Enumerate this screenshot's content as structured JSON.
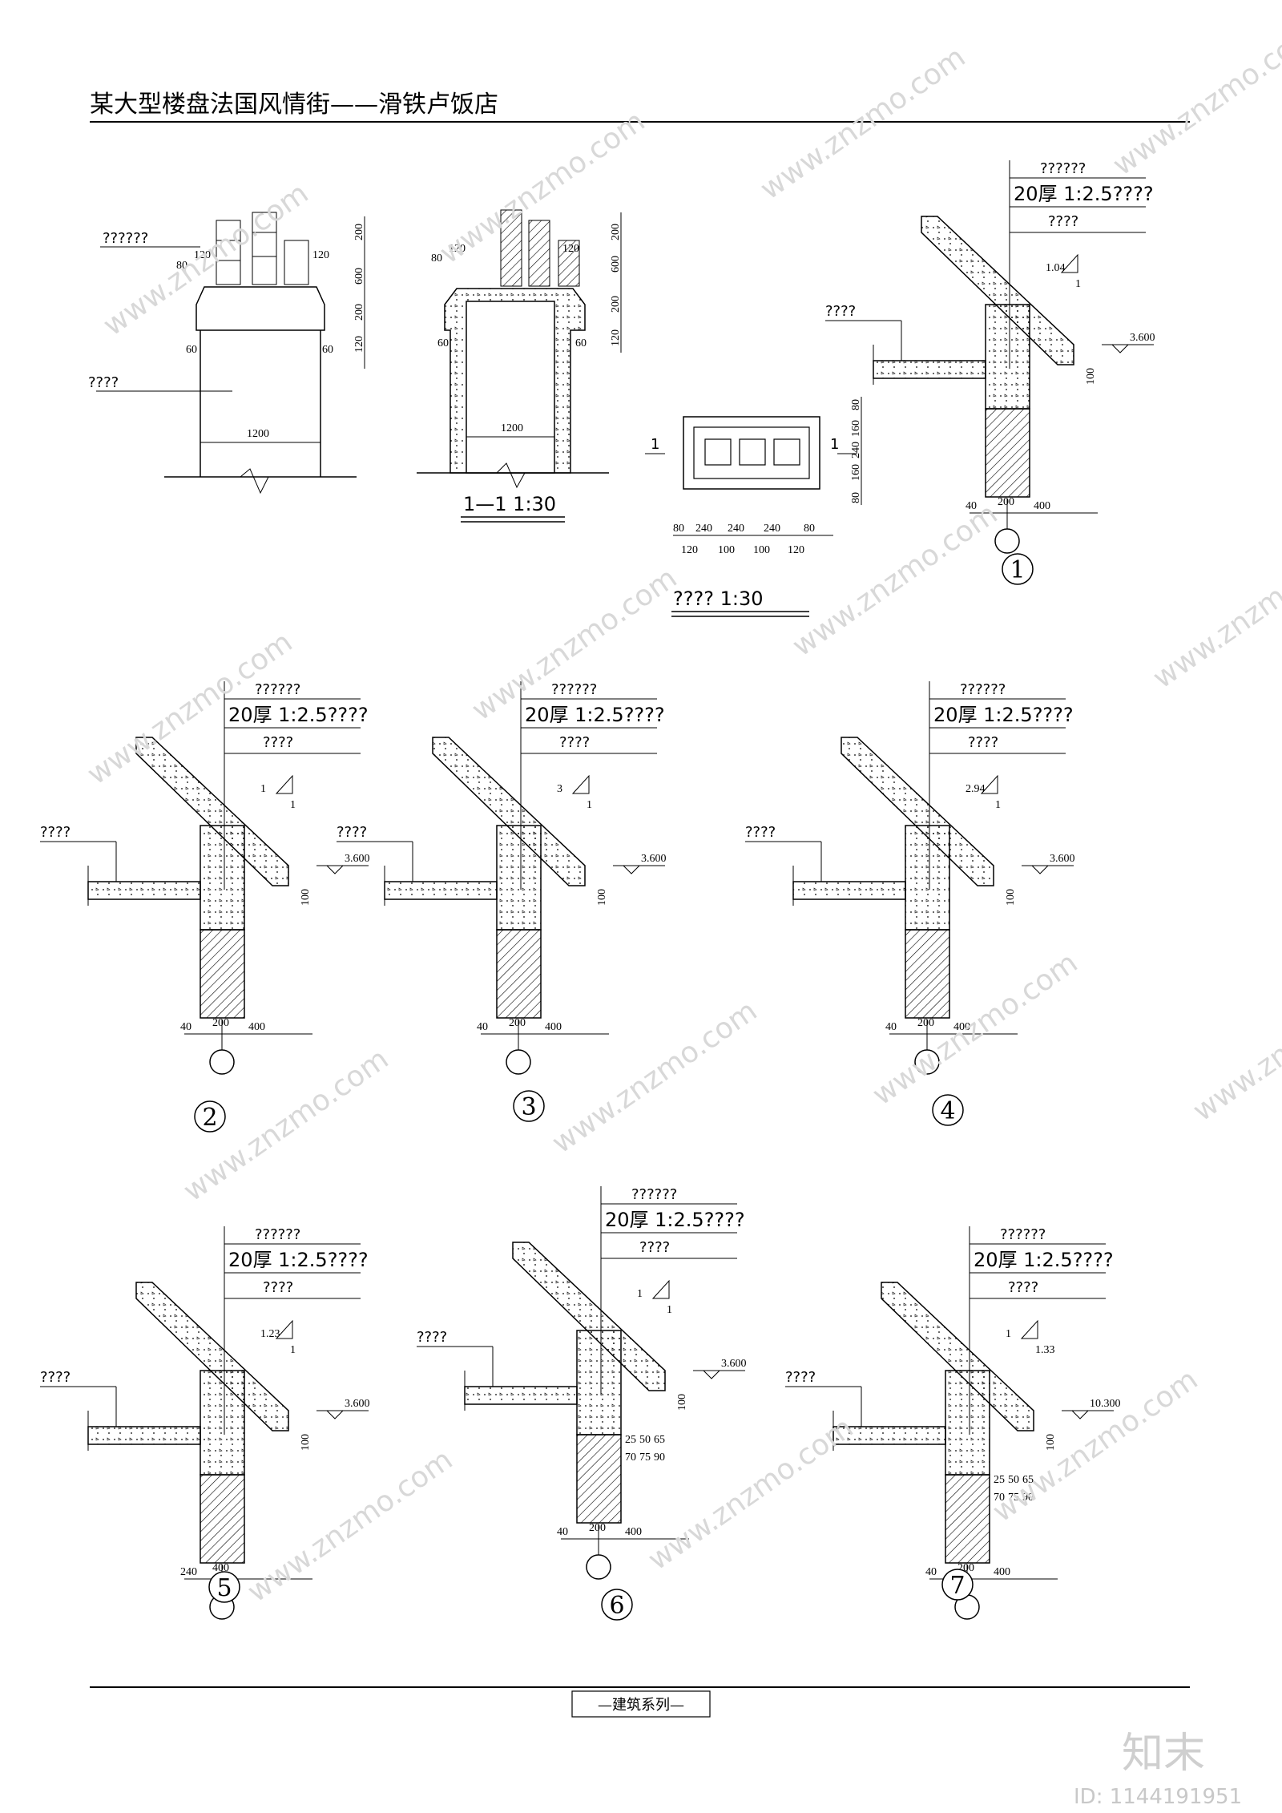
{
  "header": {
    "title": "某大型楼盘法国风情街——滑铁卢饭店"
  },
  "footer": {
    "series": "—建筑系列—"
  },
  "watermark": {
    "logo": "知末",
    "id": "ID: 1144191951",
    "site": "www.znzmo.com"
  },
  "chimney_elev": {
    "leader": "??????",
    "wall": "????",
    "dims": {
      "a": "80",
      "b": "120",
      "c": "120",
      "d": "60",
      "e": "60",
      "w": "1200",
      "v1": "200",
      "v2": "600",
      "v3": "200",
      "v4": "120"
    }
  },
  "chimney_sect": {
    "title": "1—1  1:30",
    "dims": {
      "a": "80",
      "b": "120",
      "c": "120",
      "d": "60",
      "e": "60",
      "w": "1200",
      "v1": "200",
      "v2": "600",
      "v3": "200",
      "v4": "120"
    }
  },
  "chimney_plan": {
    "title": "????     1:30",
    "cut": "1",
    "dims_top": [
      "80",
      "240",
      "240",
      "240",
      "80"
    ],
    "dims_bot": [
      "120",
      "100",
      "100",
      "120"
    ],
    "dims_v": [
      "80",
      "160",
      "240",
      "160",
      "80"
    ]
  },
  "details": [
    {
      "id": "1",
      "l1": "??????",
      "l2": "20厚 1:2.5????",
      "l3": "????",
      "wall": "????",
      "slope": "1.04",
      "one": "1",
      "elev": "3.600",
      "h": "100",
      "d1": "40",
      "d2": "200",
      "d3": "400"
    },
    {
      "id": "2",
      "l1": "??????",
      "l2": "20厚 1:2.5????",
      "l3": "????",
      "wall": "????",
      "slope": "1",
      "one": "1",
      "elev": "3.600",
      "h": "100",
      "d1": "40",
      "d2": "200",
      "d3": "400"
    },
    {
      "id": "3",
      "l1": "??????",
      "l2": "20厚 1:2.5????",
      "l3": "????",
      "wall": "????",
      "slope": "3",
      "one": "1",
      "elev": "3.600",
      "h": "100",
      "d1": "40",
      "d2": "200",
      "d3": "400"
    },
    {
      "id": "4",
      "l1": "??????",
      "l2": "20厚 1:2.5????",
      "l3": "????",
      "wall": "????",
      "slope": "2.94",
      "one": "1",
      "elev": "3.600",
      "h": "100",
      "d1": "40",
      "d2": "200",
      "d3": "400"
    },
    {
      "id": "5",
      "l1": "??????",
      "l2": "20厚 1:2.5????",
      "l3": "????",
      "wall": "????",
      "slope": "1.23",
      "one": "1",
      "elev": "3.600",
      "h": "100",
      "d1": "240",
      "d2": "400",
      "d3": ""
    },
    {
      "id": "6",
      "l1": "??????",
      "l2": "20厚 1:2.5????",
      "l3": "????",
      "wall": "????",
      "slope": "1",
      "one": "1",
      "elev": "3.600",
      "h": "100",
      "d1": "40",
      "d2": "200",
      "d3": "400",
      "extra": [
        "25",
        "50",
        "65",
        "70",
        "75",
        "90"
      ]
    },
    {
      "id": "7",
      "l1": "??????",
      "l2": "20厚 1:2.5????",
      "l3": "????",
      "wall": "????",
      "slope": "1",
      "one": "1.33",
      "elev": "10.300",
      "h": "100",
      "d1": "40",
      "d2": "200",
      "d3": "400",
      "extra": [
        "25",
        "50",
        "65",
        "70",
        "75",
        "90"
      ]
    }
  ]
}
